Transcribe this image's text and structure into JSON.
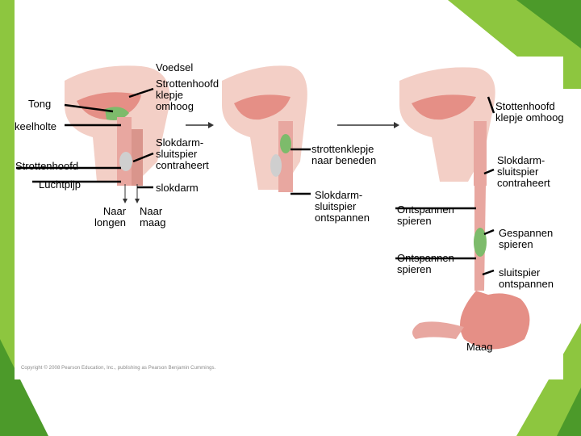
{
  "labels": {
    "voedsel": "Voedsel",
    "klepje_omhoog": "Strottenhoofd\nklepje\nomhoog",
    "tong": "Tong",
    "keelholte": "keelholte",
    "slokdarm_sluitspier_contraheert_1": "Slokdarm-\nsluitspier\ncontraheert",
    "strottenhoofd": "Strottenhoofd",
    "luchtpijp": "Luchtpijp",
    "slokdarm": "slokdarm",
    "naar_longen": "Naar\nlongen",
    "naar_maag": "Naar\nmaag",
    "strottenklepje_naar_beneden": "strottenklepje\nnaar beneden",
    "slokdarm_sluitspier_ontspannen": "Slokdarm-\nsluitspier\nontspannen",
    "stottenhoofd_klepje_omhoog": "Stottenhoofd\nklepje omhoog",
    "slokdarm_sluitspier_contraheert_2": "Slokdarm-\nsluitspier\ncontraheert",
    "ontspannen_spieren_1": "Ontspannen\nspieren",
    "gespannen_spieren": "Gespannen\nspieren",
    "ontspannen_spieren_2": "Ontspannen\nspieren",
    "sluitspier_ontspannen": "sluitspier\nontspannen",
    "maag": "Maag"
  },
  "copyright": "Copyright © 2008 Pearson Education, Inc., publishing as Pearson Benjamin Cummings.",
  "colors": {
    "green_dark": "#4c9a2a",
    "green_light": "#8dc63f",
    "tissue_pink": "#e8a7a0",
    "tissue_light": "#f3cfc6",
    "bolus": "#7dbb6b",
    "arrow": "#333333"
  }
}
